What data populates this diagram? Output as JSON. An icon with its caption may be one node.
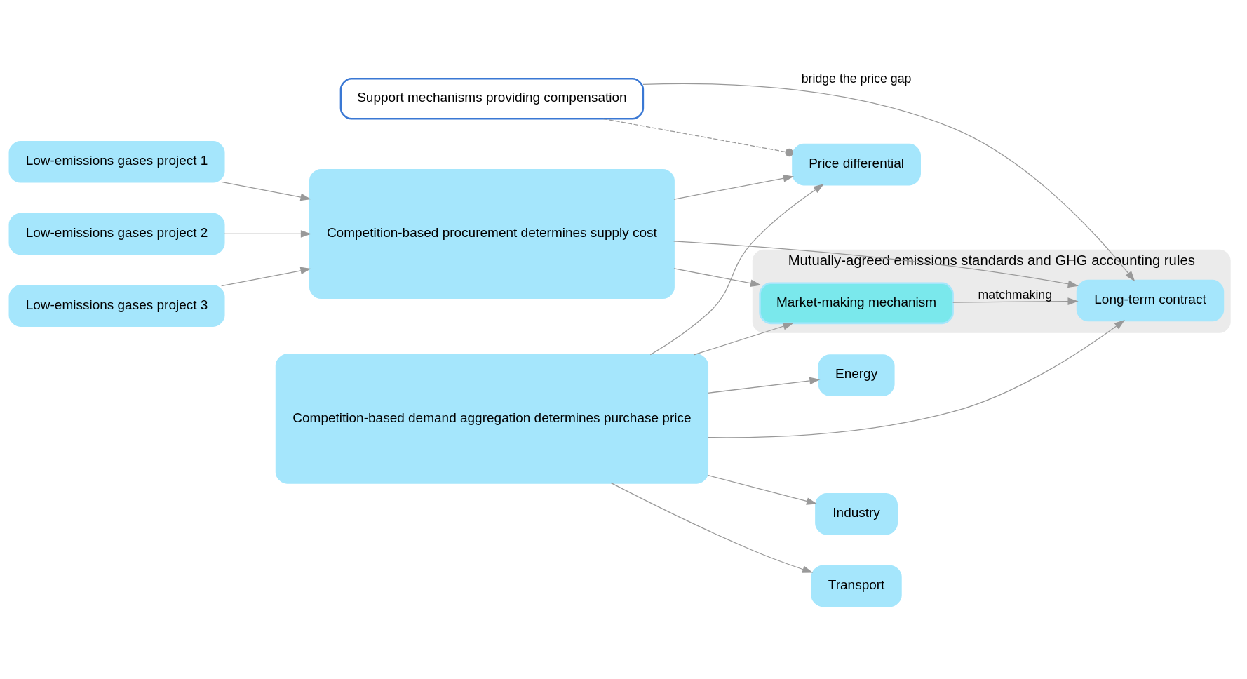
{
  "diagram": {
    "nodes": [
      {
        "text": [
          "Mutually-agreed emissions standards and GHG accounting rules"
        ]
      },
      {
        "text": [
          "Low-emissions gases project 1"
        ]
      },
      {
        "text": [
          "Low-emissions gases project 2"
        ]
      },
      {
        "text": [
          "Low-emissions gases project 3"
        ]
      },
      {
        "text": [
          "Competition-based procurement determines supply cost"
        ]
      },
      {
        "text": [
          "Market-making mechanism"
        ],
        "in": 0
      },
      {
        "text": [
          "Competition-based demand aggregation determines purchase price"
        ]
      },
      {
        "text": [
          "Industry"
        ]
      },
      {
        "text": [
          "Transport"
        ]
      },
      {
        "text": [
          "Energy"
        ]
      },
      {
        "text": [
          "Long-term contract"
        ],
        "in": 0
      },
      {
        "text": [
          "Support mechanisms providing compensation"
        ]
      },
      {
        "text": [
          "Price differential"
        ]
      }
    ],
    "edges": [
      {
        "from": 1,
        "to": 4,
        "arrow": "to"
      },
      {
        "from": 2,
        "to": 4,
        "arrow": "to"
      },
      {
        "from": 3,
        "to": 4,
        "arrow": "to"
      },
      {
        "from": 4,
        "to": 5,
        "arrow": "to"
      },
      {
        "from": 6,
        "to": 5,
        "arrow": "to"
      },
      {
        "from": 5,
        "to": 10,
        "arrow": "to",
        "label": "matchmaking"
      },
      {
        "from": 4,
        "to": 10,
        "arrow": "to"
      },
      {
        "from": 6,
        "to": 10,
        "arrow": "to"
      },
      {
        "from": 11,
        "to": 10,
        "arrow": "to",
        "label": "bridge the price gap"
      },
      {
        "from": 6,
        "to": 7,
        "arrow": "to"
      },
      {
        "from": 6,
        "to": 8,
        "arrow": "to"
      },
      {
        "from": 6,
        "to": 9,
        "arrow": "to"
      },
      {
        "from": 4,
        "to": 12,
        "arrow": "to"
      },
      {
        "from": 6,
        "to": 12,
        "arrow": "to"
      },
      {
        "from": 11,
        "to": 12,
        "arrow": "other",
        "style": "dashed"
      }
    ]
  }
}
